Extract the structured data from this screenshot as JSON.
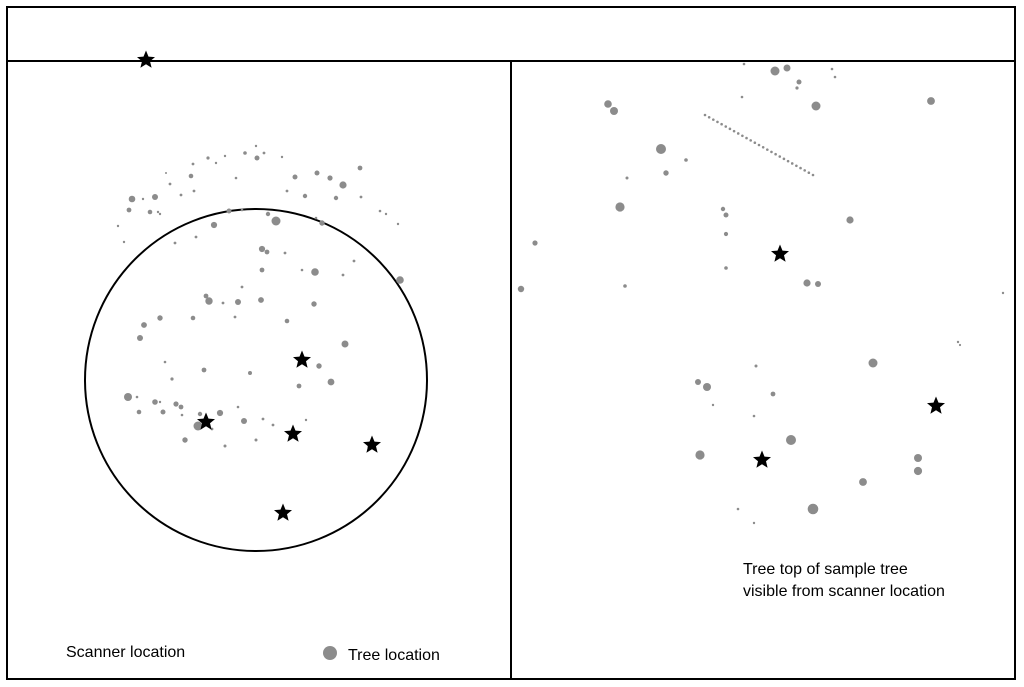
{
  "colors": {
    "background": "#ffffff",
    "frame": "#000000",
    "tree": "#8c8c8c",
    "star": "#000000"
  },
  "legend": {
    "scanner_label": "Scanner location",
    "tree_label": "Tree location",
    "treetop_label_line1": "Tree top of sample tree",
    "treetop_label_line2": "visible from scanner location"
  },
  "icons": {
    "scanner": "star-icon",
    "tree": "filled-circle-icon"
  }
}
